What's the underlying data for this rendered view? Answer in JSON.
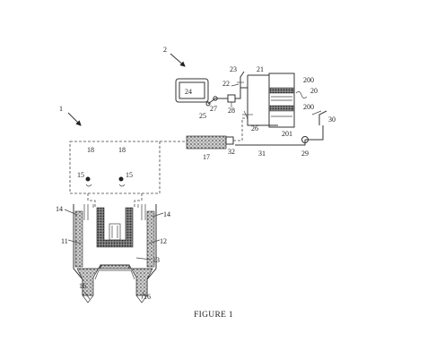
{
  "caption": "FIGURE 1",
  "refs": {
    "r1": "1",
    "r2": "2",
    "r11": "11",
    "r12": "12",
    "r13": "13",
    "r14a": "14",
    "r14b": "14",
    "r15a": "15",
    "r15b": "15",
    "r16a": "16",
    "r16b": "16",
    "r17": "17",
    "r18a": "18",
    "r18b": "18",
    "r20": "20",
    "r21": "21",
    "r22": "22",
    "r23": "23",
    "r24": "24",
    "r25": "25",
    "r26": "26",
    "r27": "27",
    "r28": "28",
    "r29": "29",
    "r30": "30",
    "r31": "31",
    "r32": "32",
    "r200a": "200",
    "r200b": "200",
    "r201": "201"
  }
}
